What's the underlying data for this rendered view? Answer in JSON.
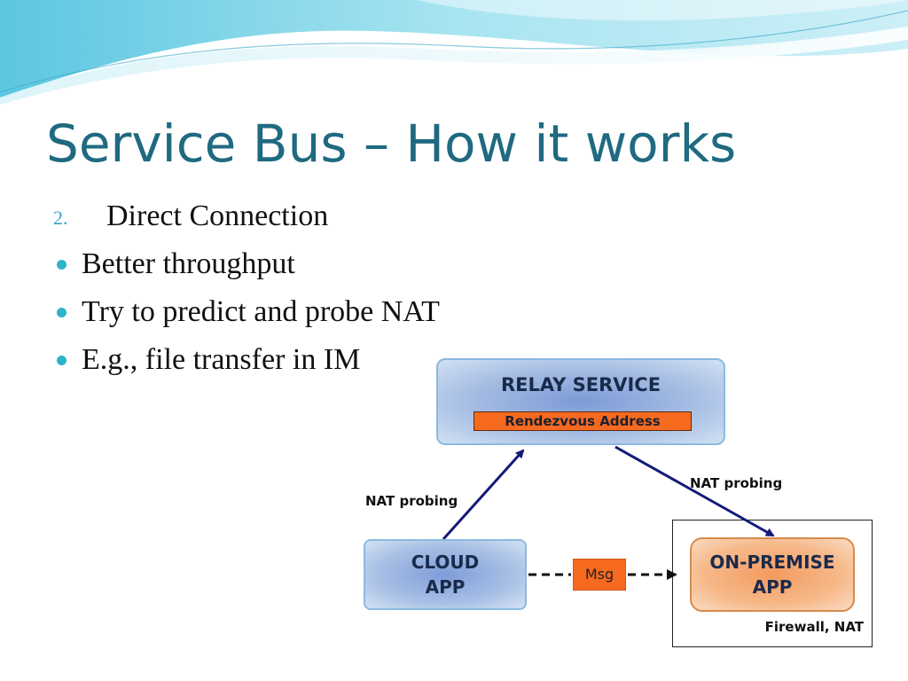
{
  "slide": {
    "title": "Service Bus – How it works",
    "numbered_item": {
      "number": "2.",
      "text": "Direct Connection"
    },
    "bullets": [
      "Better  throughput",
      "Try to predict and probe NAT",
      "E.g., file transfer in IM"
    ],
    "theme_colors": {
      "title": "#1f6a80",
      "bullet": "#2eb3cc",
      "wave": "#8fd8ea"
    }
  },
  "diagram": {
    "relay_service": "RELAY SERVICE",
    "rendezvous_address": "Rendezvous Address",
    "cloud_app_line1": "CLOUD",
    "cloud_app_line2": "APP",
    "on_premise_line1": "ON-PREMISE",
    "on_premise_line2": "APP",
    "msg": "Msg",
    "nat_probing_left": "NAT probing",
    "nat_probing_right": "NAT probing",
    "firewall_label": "Firewall, NAT",
    "colors": {
      "box_blue": "#8bb9e0",
      "orange": "#f66a20",
      "arrow": "#141a7a",
      "dashed_arrow": "#111111"
    }
  }
}
